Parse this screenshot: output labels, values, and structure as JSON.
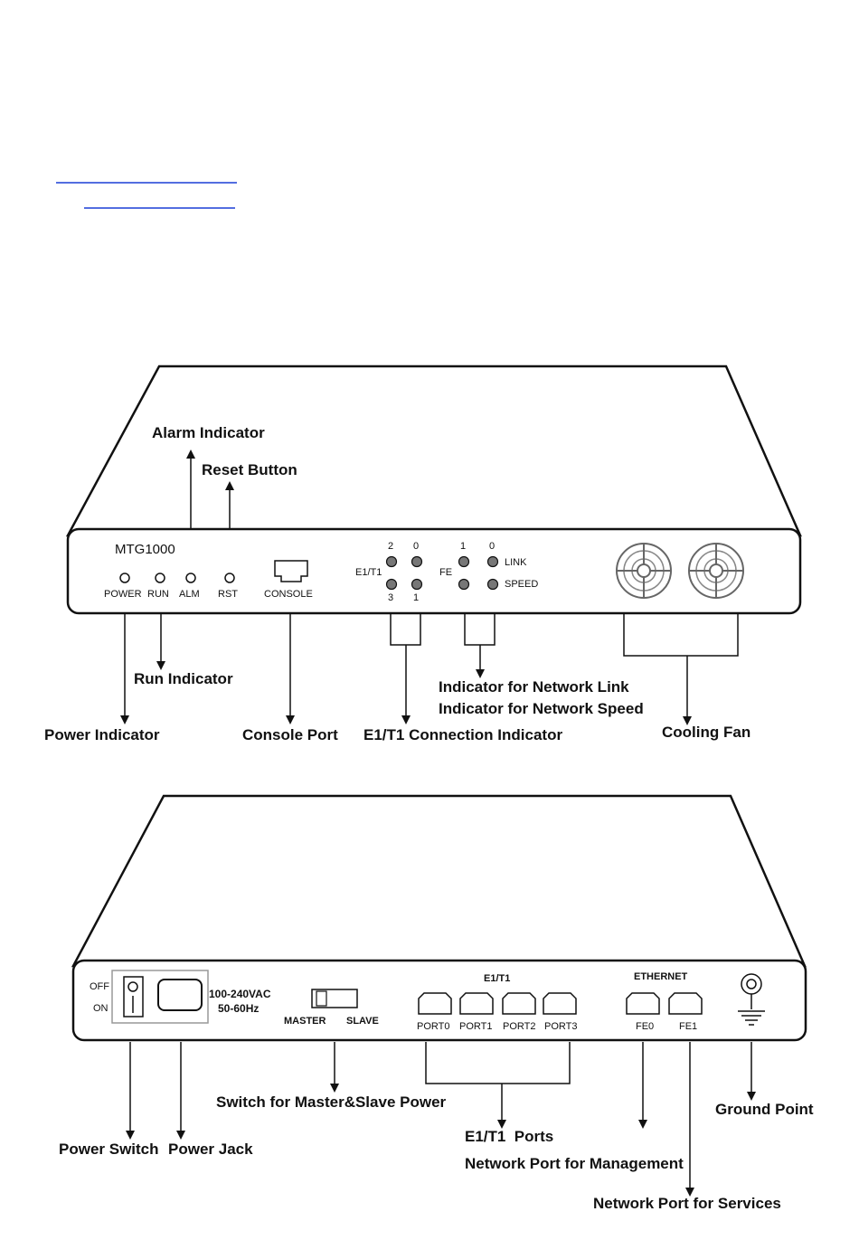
{
  "front_view": {
    "model": "MTG1000",
    "leds": {
      "power": "POWER",
      "run": "RUN",
      "alm": "ALM",
      "rst": "RST",
      "console": "CONSOLE"
    },
    "e1t1_group": {
      "label": "E1/T1",
      "top": [
        "2",
        "0"
      ],
      "bottom": [
        "3",
        "1"
      ]
    },
    "fe_group": {
      "label": "FE",
      "top": [
        "1",
        "0"
      ],
      "link": "LINK",
      "speed": "SPEED"
    },
    "callouts": {
      "alarm_indicator": "Alarm Indicator",
      "reset_button": "Reset Button",
      "run_indicator": "Run Indicator",
      "power_indicator": "Power Indicator",
      "console_port": "Console Port",
      "e1t1_connection_indicator": "E1/T1 Connection Indicator",
      "network_link_indicator": "Indicator for Network Link",
      "network_speed_indicator": "Indicator for Network Speed",
      "cooling_fan": "Cooling Fan"
    }
  },
  "rear_view": {
    "switch_off": "OFF",
    "switch_on": "ON",
    "voltage": "100-240VAC",
    "frequency": "50-60Hz",
    "master": "MASTER",
    "slave": "SLAVE",
    "e1t1_label": "E1/T1",
    "ports": [
      "PORT0",
      "PORT1",
      "PORT2",
      "PORT3"
    ],
    "ethernet_label": "ETHERNET",
    "eth_ports": [
      "FE0",
      "FE1"
    ],
    "callouts": {
      "switch_master_slave": "Switch for Master&Slave Power",
      "power_switch": "Power Switch",
      "power_jack": "Power Jack",
      "e1t1_ports": "E1/T1  Ports",
      "network_port_management": "Network Port for Management",
      "network_port_services": "Network Port for Services",
      "ground_point": "Ground Point"
    }
  }
}
